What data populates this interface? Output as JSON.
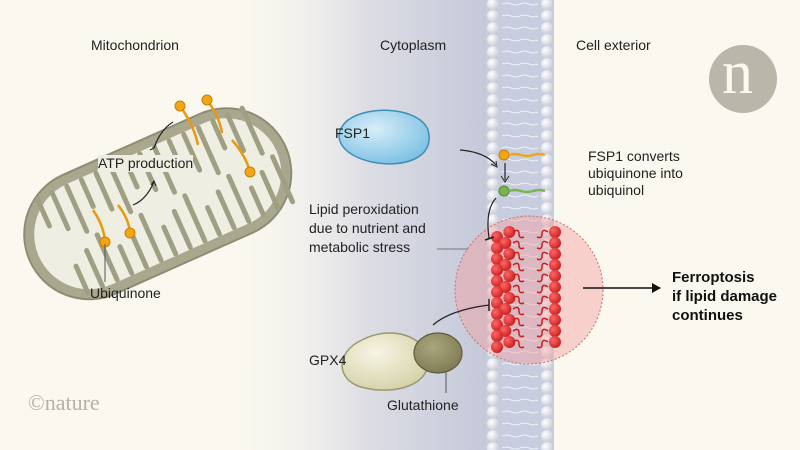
{
  "regions": {
    "mitochondrion": "Mitochondrion",
    "cytoplasm": "Cytoplasm",
    "exterior": "Cell exterior"
  },
  "labels": {
    "atp": "ATP production",
    "ubiquinone": "Ubiquinone",
    "fsp1": "FSP1",
    "fsp1_note": [
      "FSP1 converts",
      "ubiquinone into",
      "ubiquinol"
    ],
    "lipid": [
      "Lipid peroxidation",
      "due to nutrient and",
      "metabolic stress"
    ],
    "ferroptosis": [
      "Ferroptosis",
      "if lipid damage",
      "continues"
    ],
    "gpx4": "GPX4",
    "glutathione": "Glutathione"
  },
  "branding": {
    "logo_letter": "n",
    "copyright": "©nature"
  },
  "colors": {
    "ubiquinone": "#f2a516",
    "ubiquinol": "#7bb352",
    "fsp1": "#8fcbe8",
    "damaged_lipid": "#e0302f",
    "gpx4": "#e2e0c0",
    "glutathione": "#8e8b62",
    "mito_outer": "#a9a88e"
  }
}
